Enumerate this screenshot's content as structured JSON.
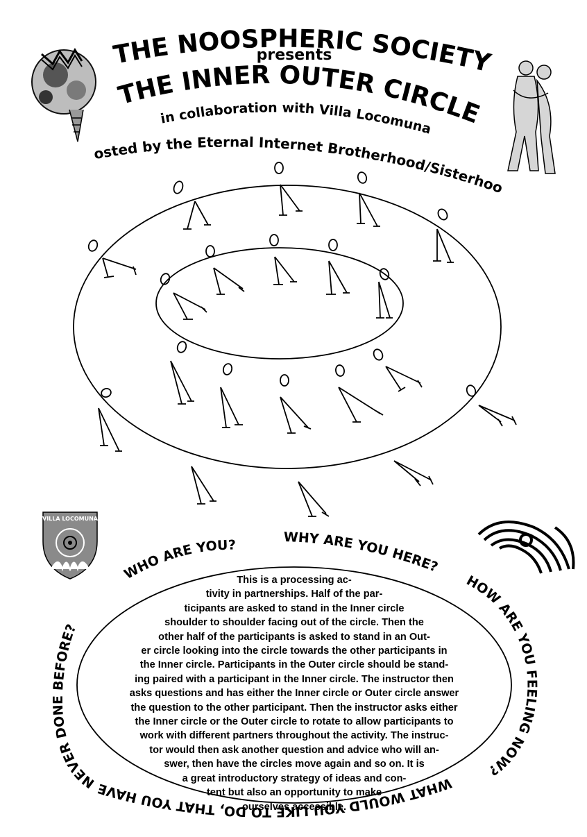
{
  "header": {
    "society": "THE NOOSPHERIC SOCIETY",
    "presents": "presents",
    "title": "THE INNER OUTER CIRCLE",
    "collab": "in collaboration with Villa Locomuna",
    "hosted": "hosted by the Eternal Internet Brotherhood/Sisterhood"
  },
  "badge": {
    "label": "VILLA LOCOMUNA",
    "color": "#8a8a8a"
  },
  "questions": {
    "who": "WHO ARE YOU?",
    "why": "WHY ARE YOU HERE?",
    "how": "HOW ARE YOU FEELING NOW?",
    "what": "WHAT WOULD YOU LIKE TO DO, THAT YOU HAVE NEVER DONE BEFORE?"
  },
  "body_lines": [
    "This is a processing ac-",
    "tivity in partnerships.  Half of the par-",
    "ticipants are asked to stand in the Inner circle",
    "shoulder to shoulder facing out of the circle.  Then the",
    "other half of the participants is asked to stand in an Out-",
    "er circle looking into the circle towards the other participants in",
    "the Inner circle.  Participants in the Outer circle should be stand-",
    "ing paired with a participant in the Inner circle.  The instructor then",
    "asks questions and has either the Inner circle or Outer circle answer",
    "the question to the other participant.  Then the instructor asks either",
    "the Inner circle or the Outer circle to rotate to allow participants to",
    "work with different partners throughout the activity.  The instruc-",
    "tor would then ask another question and advice who will an-",
    "swer, then have the circles move again and so on. It is",
    "a great introductory strategy  of ideas and con-",
    "tent but also an opportunity to make",
    "ourselves accessible."
  ],
  "icons": {
    "globe": "globe-collage-icon",
    "figures": "embracing-figures-icon",
    "badge": "villa-locomuna-shield-icon",
    "swirl": "striped-swirl-icon",
    "stick_figure": "stick-figure-icon"
  }
}
